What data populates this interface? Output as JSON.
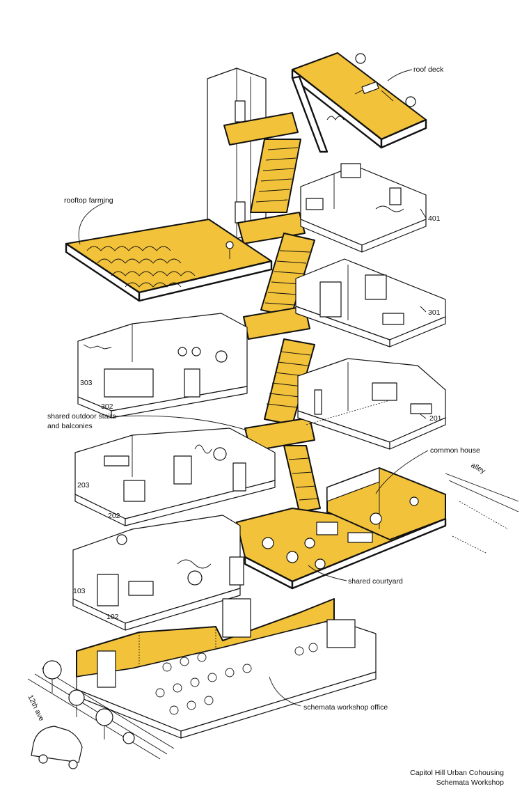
{
  "labels": {
    "roof_deck": "roof deck",
    "rooftop_farming": "rooftop farming",
    "unit_401": "401",
    "unit_301": "301",
    "unit_303": "303",
    "unit_302": "302",
    "shared_stairs_line1": "shared outdoor stairs",
    "shared_stairs_line2": "and balconies",
    "unit_201": "201",
    "common_house": "common house",
    "alley": "alley",
    "unit_203": "203",
    "unit_202": "202",
    "unit_103": "103",
    "unit_102": "102",
    "shared_courtyard": "shared courtyard",
    "schemata_office": "schemata workshop office",
    "street": "12th ave"
  },
  "credit": {
    "line1": "Capitol Hill Urban Cohousing",
    "line2": "Schemata Workshop"
  },
  "colors": {
    "accent": "#f2c23a",
    "ink": "#111111",
    "paper": "#ffffff"
  }
}
